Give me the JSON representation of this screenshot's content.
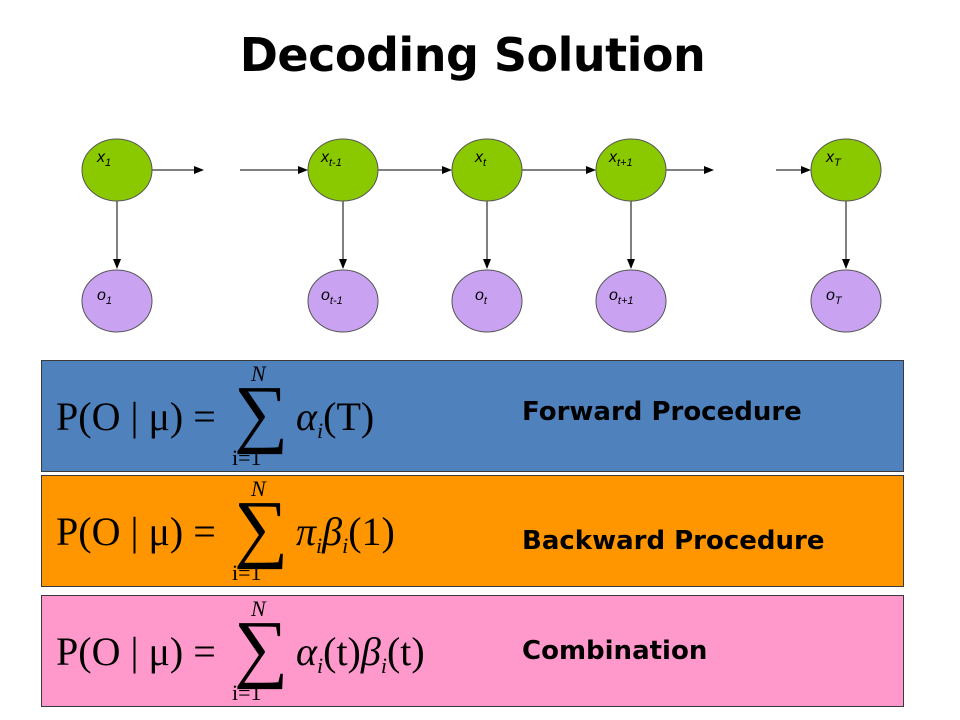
{
  "title": "Decoding Solution",
  "colors": {
    "state_node": "#8ac800",
    "observation_node": "#c9a2f2",
    "forward_box": "#4f81bd",
    "backward_box": "#ff9600",
    "combination_box": "#ff99cc"
  },
  "states": [
    {
      "base": "x",
      "sub": "1"
    },
    {
      "base": "x",
      "sub": "t-1"
    },
    {
      "base": "x",
      "sub": "t"
    },
    {
      "base": "x",
      "sub": "t+1"
    },
    {
      "base": "x",
      "sub": "T"
    }
  ],
  "observations": [
    {
      "base": "o",
      "sub": "1"
    },
    {
      "base": "o",
      "sub": "t-1"
    },
    {
      "base": "o",
      "sub": "t"
    },
    {
      "base": "o",
      "sub": "t+1"
    },
    {
      "base": "o",
      "sub": "T"
    }
  ],
  "procedures": {
    "forward": {
      "label": "Forward Procedure",
      "lhs": "P(O | μ) =",
      "upper": "N",
      "lower": "i=1",
      "term_a": "α",
      "term_a_sub": "i",
      "term_a_arg": "(T)"
    },
    "backward": {
      "label": "Backward Procedure",
      "lhs": "P(O | μ) =",
      "upper": "N",
      "lower": "i=1",
      "term_a": "π",
      "term_a_sub": "i",
      "term_b": "β",
      "term_b_sub": "i",
      "term_b_arg": "(1)"
    },
    "combination": {
      "label": "Combination",
      "lhs": "P(O | μ) =",
      "upper": "N",
      "lower": "i=1",
      "term_a": "α",
      "term_a_sub": "i",
      "term_a_arg": "(t)",
      "term_b": "β",
      "term_b_sub": "i",
      "term_b_arg": "(t)"
    }
  }
}
